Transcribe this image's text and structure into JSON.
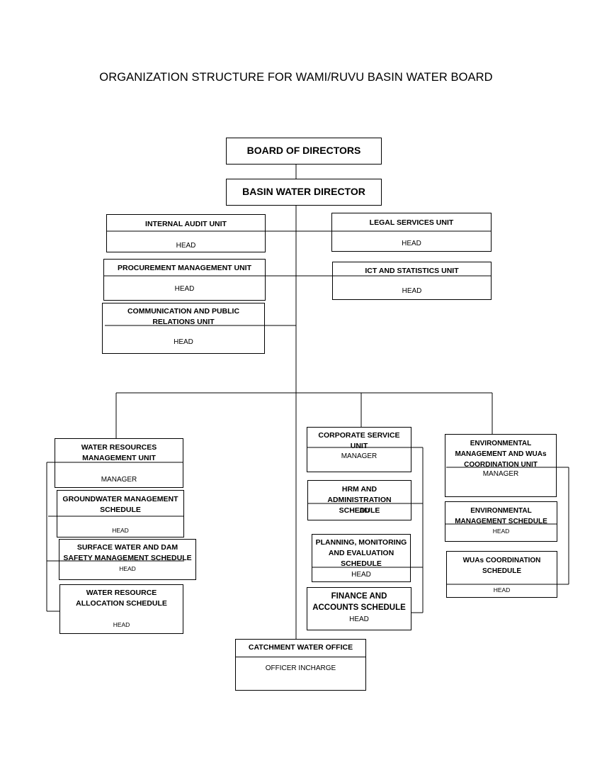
{
  "title": "ORGANIZATION STRUCTURE FOR WAMI/RUVU BASIN WATER BOARD",
  "board": {
    "name": "BOARD OF DIRECTORS"
  },
  "director": {
    "name": "BASIN WATER DIRECTOR"
  },
  "staff_units": {
    "internal_audit": {
      "name": "INTERNAL AUDIT UNIT",
      "role": "HEAD"
    },
    "legal_services": {
      "name": "LEGAL SERVICES UNIT",
      "role": "HEAD"
    },
    "procurement": {
      "name": "PROCUREMENT MANAGEMENT UNIT",
      "role": "HEAD"
    },
    "ict_statistics": {
      "name": "ICT AND STATISTICS UNIT",
      "role": "HEAD"
    },
    "communication": {
      "name": "COMMUNICATION AND PUBLIC RELATIONS UNIT",
      "role": "HEAD"
    }
  },
  "water_resources": {
    "unit": {
      "name": "WATER RESOURCES MANAGEMENT UNIT",
      "role": "MANAGER"
    },
    "groundwater": {
      "name": "GROUNDWATER MANAGEMENT SCHEDULE",
      "role": "HEAD"
    },
    "surface_water": {
      "name": "SURFACE WATER AND DAM SAFETY MANAGEMENT SCHEDULE",
      "role": "HEAD"
    },
    "allocation": {
      "name": "WATER RESOURCE ALLOCATION SCHEDULE",
      "role": "HEAD"
    }
  },
  "corporate": {
    "unit": {
      "name": "CORPORATE SERVICE UNIT",
      "role": "MANAGER"
    },
    "hrm": {
      "name": "HRM AND ADMINISTRATION SCHEDULE",
      "role": "HEAD"
    },
    "planning": {
      "name": "PLANNING, MONITORING AND EVALUATION SCHEDULE",
      "role": "HEAD"
    },
    "finance": {
      "name": "FINANCE AND ACCOUNTS SCHEDULE",
      "role": "HEAD"
    }
  },
  "environmental": {
    "unit": {
      "name": "ENVIRONMENTAL MANAGEMENT AND WUAs COORDINATION UNIT",
      "role": "MANAGER"
    },
    "env_schedule": {
      "name": "ENVIRONMENTAL MANAGEMENT SCHEDULE",
      "role": "HEAD"
    },
    "wuas": {
      "name": "WUAs COORDINATION SCHEDULE",
      "role": "HEAD"
    }
  },
  "catchment": {
    "name": "CATCHMENT WATER OFFICE",
    "role": "OFFICER INCHARGE"
  }
}
